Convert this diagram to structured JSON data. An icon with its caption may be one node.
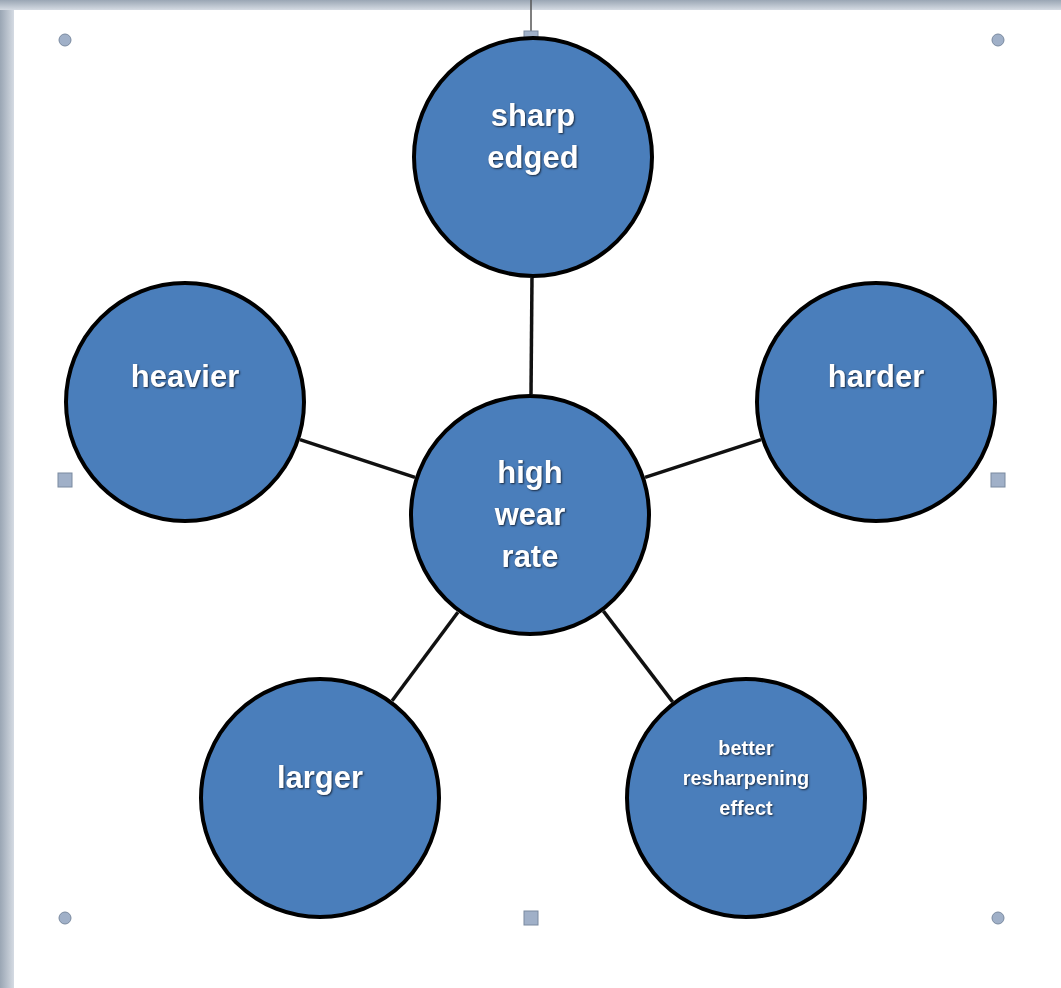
{
  "diagram": {
    "nodes": [
      {
        "text": [
          "sharp edged"
        ]
      },
      {
        "text": [
          "heavier"
        ]
      },
      {
        "text": [
          "harder"
        ]
      },
      {
        "text": [
          "high wear rate"
        ]
      },
      {
        "text": [
          "larger"
        ]
      },
      {
        "text": [
          "better resharpening effect"
        ]
      }
    ],
    "edges": [
      {
        "from": 3,
        "to": 0,
        "arrow": "none"
      },
      {
        "from": 3,
        "to": 1,
        "arrow": "none"
      },
      {
        "from": 3,
        "to": 2,
        "arrow": "none"
      },
      {
        "from": 3,
        "to": 4,
        "arrow": "none"
      },
      {
        "from": 3,
        "to": 5,
        "arrow": "none"
      }
    ]
  }
}
